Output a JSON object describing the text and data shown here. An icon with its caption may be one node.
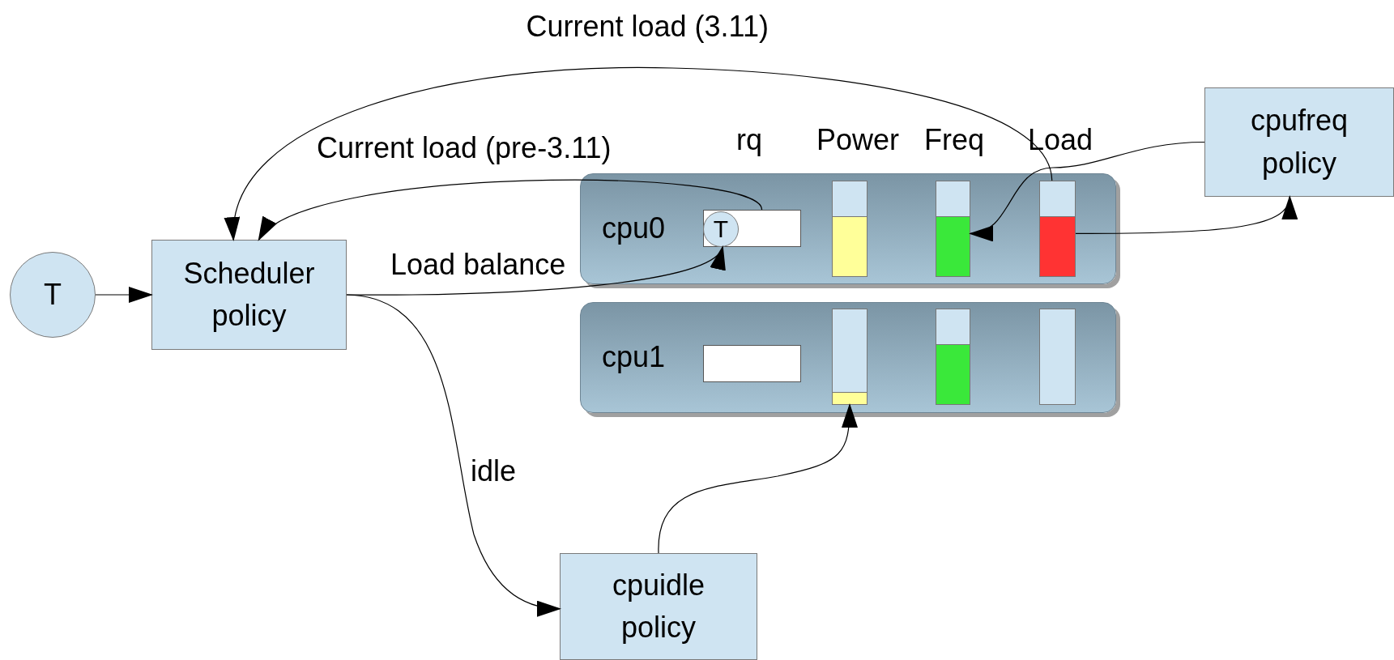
{
  "diagram": {
    "nodes": [
      {
        "text": [
          "T"
        ]
      },
      {
        "text": [
          "Scheduler policy"
        ]
      },
      {
        "text": [
          "cpu0"
        ]
      },
      {
        "text": [],
        "shape": "box",
        "in": 2
      },
      {
        "text": [
          "T"
        ],
        "in": 3
      },
      {
        "text": [],
        "shape": "bar",
        "in": 2
      },
      {
        "text": [],
        "shape": "bar",
        "in": 2
      },
      {
        "text": [],
        "shape": "bar",
        "in": 2
      },
      {
        "text": [
          "cpu1"
        ]
      },
      {
        "text": [],
        "shape": "box",
        "in": 8
      },
      {
        "text": [],
        "shape": "bar",
        "in": 8
      },
      {
        "text": [],
        "shape": "bar",
        "in": 8
      },
      {
        "text": [],
        "shape": "bar",
        "in": 8
      },
      {
        "text": [
          "cpufreq policy"
        ]
      },
      {
        "text": [
          "cpuidle policy"
        ]
      }
    ],
    "edges": [
      {
        "from": 0,
        "to": 1,
        "arrow": "to"
      },
      {
        "from": 1,
        "to": 4,
        "arrow": "to",
        "label": "Load balance"
      },
      {
        "from": 1,
        "to": 14,
        "arrow": "to",
        "label": "idle"
      },
      {
        "from": 3,
        "to": 1,
        "arrow": "to",
        "label": "Current load (pre-3.11)"
      },
      {
        "from": 7,
        "to": 1,
        "arrow": "to",
        "label": "Current load (3.11)"
      },
      {
        "from": 13,
        "to": 6,
        "arrow": "to"
      },
      {
        "from": 7,
        "to": 13,
        "arrow": "to"
      },
      {
        "from": 14,
        "to": 10,
        "arrow": "to"
      }
    ],
    "labels": [
      "rq",
      "Power",
      "Freq",
      "Load"
    ]
  }
}
